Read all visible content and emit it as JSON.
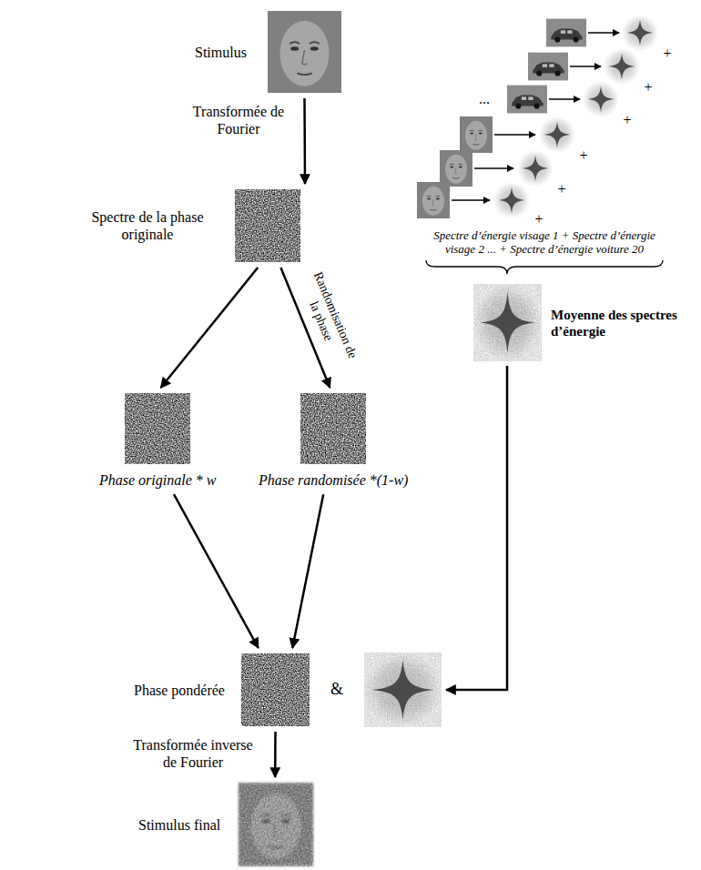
{
  "diagram": {
    "nodes": [
      {
        "text": [
          "Stimulus"
        ]
      },
      {
        "text": [
          "Spectre de la phase originale"
        ]
      },
      {
        "text": [
          "Phase originale * w"
        ]
      },
      {
        "text": [
          "Phase randomisée *(1-w)"
        ]
      },
      {
        "text": [
          "Phase pondérée"
        ]
      },
      {
        "text": [
          "Moyenne des spectres d’énergie"
        ]
      },
      {
        "text": [
          "Stimulus final"
        ]
      }
    ],
    "edges": [
      {
        "from": 0,
        "to": 1,
        "arrow": "to",
        "label": "Transformée de Fourier"
      },
      {
        "from": 1,
        "to": 2,
        "arrow": "to"
      },
      {
        "from": 1,
        "to": 3,
        "arrow": "to",
        "label": "Randomisation de la phase"
      },
      {
        "from": 2,
        "to": 4,
        "arrow": "to"
      },
      {
        "from": 3,
        "to": 4,
        "arrow": "to"
      },
      {
        "from": 4,
        "to": 6,
        "arrow": "to",
        "label": "Transformée inverse de Fourier"
      }
    ],
    "labels": [
      "+",
      "+",
      "+",
      "+",
      "+",
      "+",
      "...",
      "Spectre d’énergie visage 1 + Spectre d’énergie visage 2 ... + Spectre d’énergie voiture 20",
      "&"
    ]
  }
}
